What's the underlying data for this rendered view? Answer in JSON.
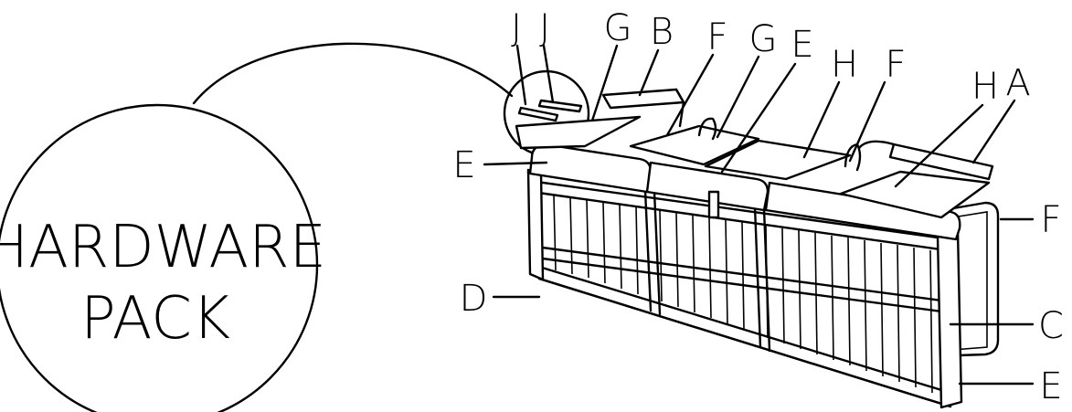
{
  "hardware_pack": {
    "line1": "HARDWARE",
    "line2": "PACK"
  },
  "callouts": {
    "j_left": "J",
    "j_right": "J",
    "g_left": "G",
    "b": "B",
    "f_top_left": "F",
    "g_right": "G",
    "e_top": "E",
    "h_left": "H",
    "f_top_right": "F",
    "h_right": "H",
    "a": "A",
    "e_left": "E",
    "f_right": "F",
    "d": "D",
    "c": "C",
    "e_bottom": "E"
  }
}
